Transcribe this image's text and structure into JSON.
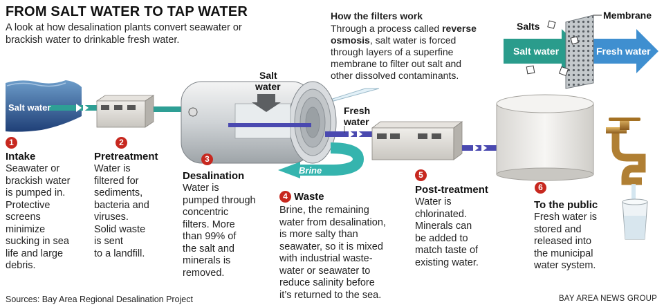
{
  "header": {
    "title": "FROM SALT WATER TO TAP WATER",
    "subtitle": "A look at how desalination plants convert seawater or brackish water to drinkable fresh water."
  },
  "inset": {
    "heading": "How the filters work",
    "body_pre": "Through a process called ",
    "body_bold": "reverse osmosis",
    "body_post": ", salt water is forced through layers of a superfine membrane to filter out salt and other dissolved contaminants.",
    "salts_label": "Salts",
    "membrane_label": "Membrane",
    "salt_water_label": "Salt water",
    "fresh_water_label": "Fresh water"
  },
  "labels": {
    "ocean": "Salt water",
    "salt_water_line1": "Salt",
    "salt_water_line2": "water",
    "fresh_water_line1": "Fresh",
    "fresh_water_line2": "water",
    "brine": "Brine"
  },
  "steps": [
    {
      "num": "1",
      "title": "Intake",
      "desc": [
        "Seawater or",
        "brackish water",
        "is pumped in.",
        "Protective",
        "screens",
        "minimize",
        "sucking in sea",
        "life and large",
        "debris."
      ]
    },
    {
      "num": "2",
      "title": "Pretreatment",
      "desc": [
        "Water is",
        "filtered for",
        "sediments,",
        "bacteria and",
        "viruses.",
        "Solid waste",
        "is sent",
        "to a landfill."
      ]
    },
    {
      "num": "3",
      "title": "Desalination",
      "desc": [
        "Water is",
        "pumped through",
        "concentric",
        "filters. More",
        "than 99% of",
        "the salt and",
        "minerals is",
        "removed."
      ]
    },
    {
      "num": "4",
      "title": "Waste",
      "desc": [
        "Brine, the remaining",
        "water from desalination,",
        "is more salty than",
        "seawater, so it is mixed",
        "with industrial  waste-",
        "water or seawater to",
        "reduce salinity before",
        "it’s returned to the sea."
      ]
    },
    {
      "num": "5",
      "title": "Post-treatment",
      "desc": [
        "Water is",
        "chlorinated.",
        "Minerals can",
        "be added to",
        "match taste of",
        "existing water."
      ]
    },
    {
      "num": "6",
      "title": "To the public",
      "desc": [
        "Fresh water is",
        "stored and",
        "released into",
        "the municipal",
        "water system."
      ]
    }
  ],
  "footer": {
    "sources": "Sources: Bay Area Regional Desalination Project",
    "credit": "BAY AREA NEWS GROUP"
  },
  "colors": {
    "step_red": "#c7281f",
    "salt_arrow": "#2a9c8c",
    "fresh_arrow": "#3f8fd0",
    "fresh_pipe": "#4a49b0",
    "salt_pipe": "#2e9f95",
    "brine_pipe": "#35b4ae",
    "inset_bg": "#e3f1f8"
  }
}
